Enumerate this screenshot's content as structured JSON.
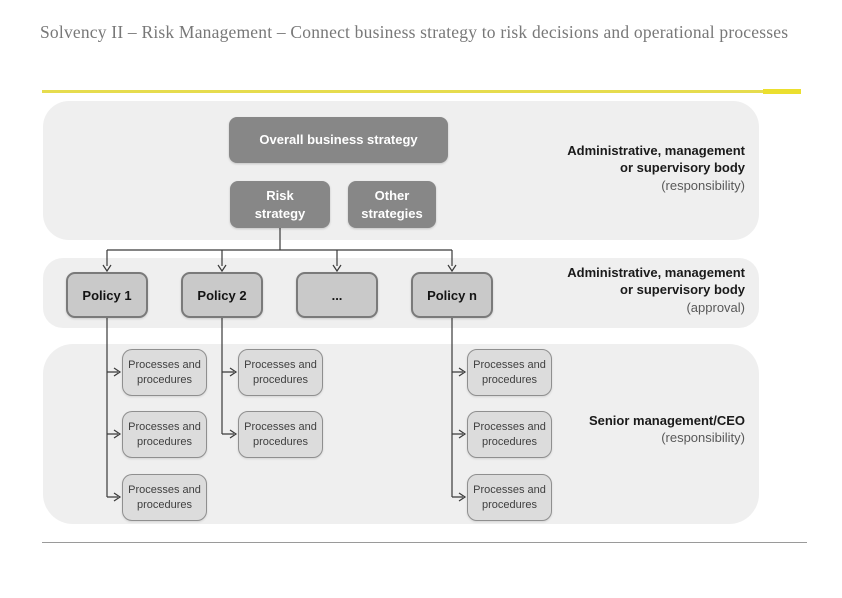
{
  "title": "Solvency II – Risk Management – Connect business strategy to risk decisions and operational processes",
  "colors": {
    "accent_yellow": "#E6DC4E",
    "accent_yellow_tip": "#EBDF2E",
    "band_background": "#EFEFEF",
    "dark_box_fill": "#878787",
    "policy_box_fill": "#C9C9C9",
    "process_box_fill": "#DCDCDC",
    "connector": "#3A3A3A"
  },
  "diagram": {
    "overall_strategy": "Overall business strategy",
    "risk_strategy": [
      "Risk",
      "strategy"
    ],
    "other_strategies": [
      "Other",
      "strategies"
    ],
    "policies": [
      "Policy 1",
      "Policy 2",
      "...",
      "Policy n"
    ],
    "process_label": [
      "Processes and",
      "procedures"
    ],
    "process_columns": [
      {
        "under": "Policy 1",
        "count": 3
      },
      {
        "under": "Policy 2",
        "count": 2
      },
      {
        "under": "Policy n",
        "count": 3
      }
    ]
  },
  "annotations": {
    "band1": {
      "line1": "Administrative, management",
      "line2": "or supervisory body",
      "note": "(responsibility)"
    },
    "band2": {
      "line1": "Administrative, management",
      "line2": "or supervisory body",
      "note": "(approval)"
    },
    "band3": {
      "line1": "Senior management/CEO",
      "note": "(responsibility)"
    }
  }
}
